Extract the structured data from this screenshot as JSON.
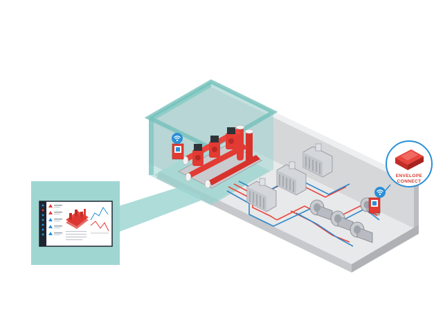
{
  "badge": {
    "line1": "ENVELOPE",
    "line2": "CONNECT"
  },
  "colors": {
    "teal_panel": "#9fd6d2",
    "teal_edge": "#6fbcb6",
    "room_floor": "#eaebec",
    "room_wall": "#d3d4d6",
    "room_wall_dark": "#bdbec1",
    "pump_red": "#e23b34",
    "pipe_red": "#e8453d",
    "pipe_blue": "#2f86c9",
    "equipment_grey": "#c9cdd2",
    "wifi_blue": "#2a8fd6",
    "screen_dark": "#1e2430"
  },
  "icons": [
    "wifi-icon",
    "wifi-icon",
    "envelope-connect-logo",
    "monitor-icon",
    "alarm-icon"
  ]
}
